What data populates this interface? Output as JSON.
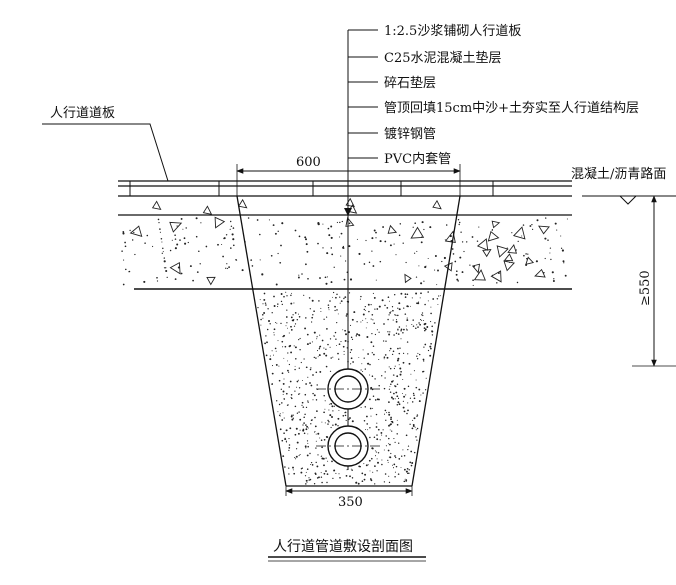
{
  "title": "人行道管道敷设剖面图",
  "layer_callouts": [
    "1:2.5沙浆铺砌人行道板",
    "C25水泥混凝土垫层",
    "碎石垫层",
    "管顶回填15cm中沙+土夯实至人行道结构层",
    "镀锌钢管",
    "PVC内套管"
  ],
  "labels": {
    "sidewalk_slab": "人行道道板",
    "road_surface": "混凝土/沥青路面"
  },
  "dimensions": {
    "top_width": "600",
    "bottom_width": "350",
    "min_depth": "≥550"
  }
}
